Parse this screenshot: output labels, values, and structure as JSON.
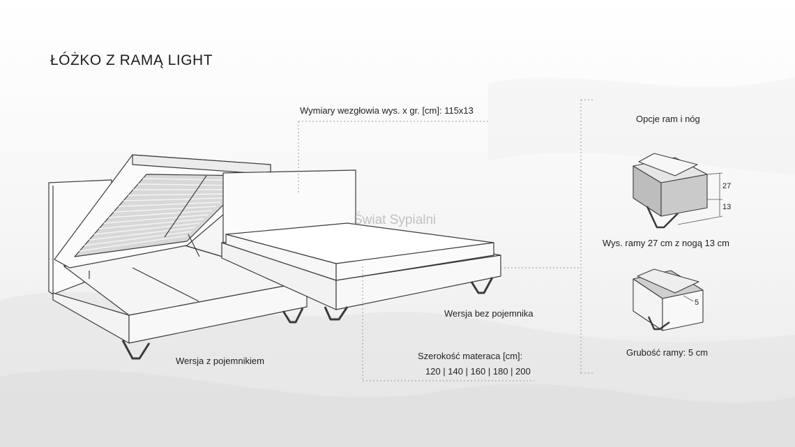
{
  "title": "ŁÓŻKO Z RAMĄ LIGHT",
  "watermark": "Świat Sypialni",
  "headboard_dimensions": "Wymiary wezgłowia wys. x gr. [cm]: 115x13",
  "version_with_storage": "Wersja z pojemnikiem",
  "version_without_storage": "Wersja bez pojemnika",
  "mattress_width_label": "Szerokość materaca [cm]:",
  "mattress_widths": "120 | 140 | 160 | 180 | 200",
  "options_title": "Opcje ram i nóg",
  "frame_option_1": {
    "dim_top": "27",
    "dim_bottom": "13",
    "caption": "Wys. ramy 27 cm z nogą 13 cm"
  },
  "frame_option_2": {
    "dim": "5",
    "caption": "Grubość ramy: 5 cm"
  },
  "colors": {
    "line": "#3a3a3a",
    "dotted": "#9a9a9a",
    "frame_fill": "#c9c9c9"
  }
}
